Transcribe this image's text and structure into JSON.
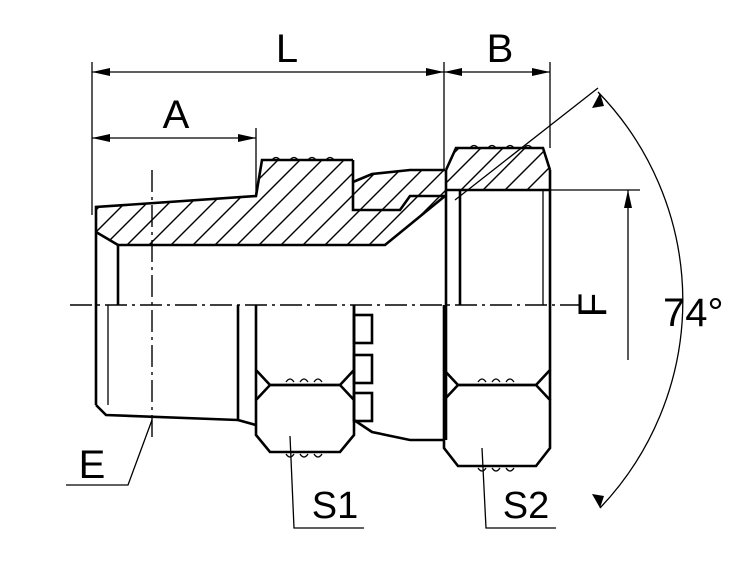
{
  "labels": {
    "L": "L",
    "B": "B",
    "A": "A",
    "E": "E",
    "F": "F",
    "S1": "S1",
    "S2": "S2",
    "angle": "74°"
  },
  "colors": {
    "line": "#000000",
    "background": "#ffffff"
  }
}
